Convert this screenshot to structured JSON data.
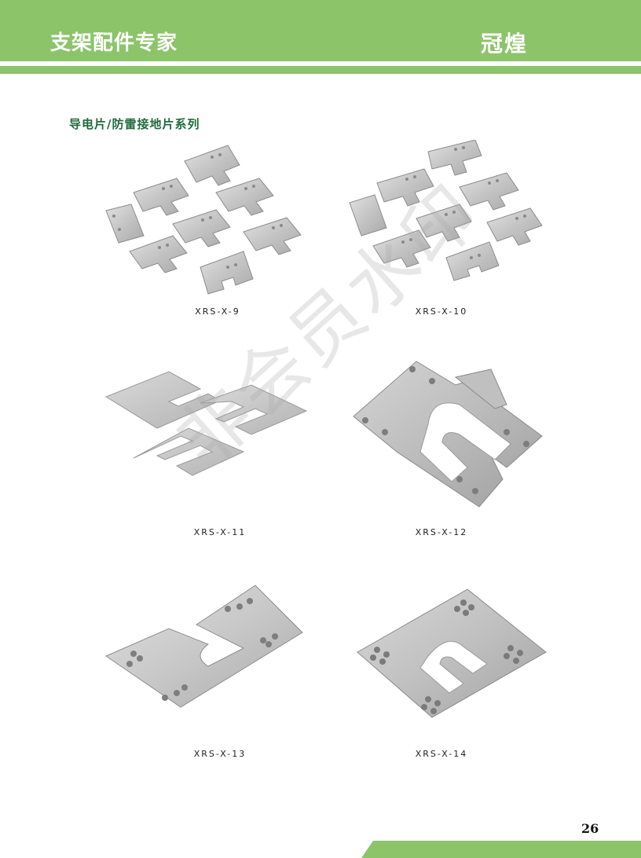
{
  "header": {
    "title": "支架配件专家",
    "brand": "冠煌"
  },
  "section": {
    "title": "导电片/防雷接地片系列"
  },
  "products": [
    {
      "code": "XRS-X-9"
    },
    {
      "code": "XRS-X-10"
    },
    {
      "code": "XRS-X-11"
    },
    {
      "code": "XRS-X-12"
    },
    {
      "code": "XRS-X-13"
    },
    {
      "code": "XRS-X-14"
    }
  ],
  "watermark": "非会员水印",
  "page_number": "26",
  "colors": {
    "brand_green": "#8cc46a",
    "section_title": "#1f6b3c",
    "metal": "#c9c9c9"
  }
}
